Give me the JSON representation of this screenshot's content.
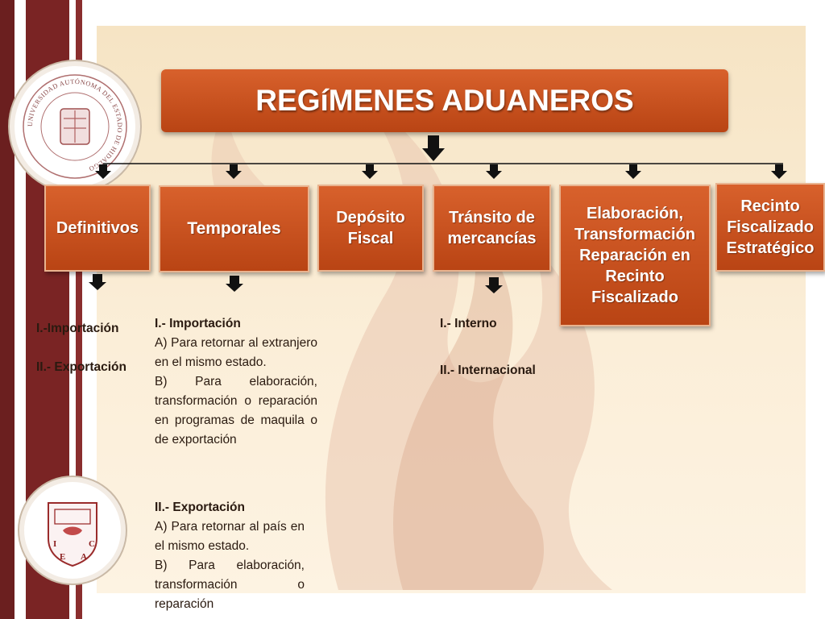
{
  "title": "REGíMENES ADUANEROS",
  "seals": {
    "top_text": "UNIVERSIDAD AUTÓNOMA DEL ESTADO DE HIDALGO",
    "bottom_letters": [
      "I",
      "C",
      "E",
      "A"
    ]
  },
  "categories": [
    {
      "label": "Definitivos"
    },
    {
      "label": "Temporales"
    },
    {
      "label": "Depósito Fiscal"
    },
    {
      "label": "Tránsito de mercancías"
    },
    {
      "label": "Elaboración, Transformación Reparación en Recinto Fiscalizado"
    },
    {
      "label": "Recinto Fiscalizado Estratégico"
    }
  ],
  "definitivos_items": [
    "I.-Importación",
    "II.- Exportación"
  ],
  "temporales": {
    "import_heading": "I.- Importación",
    "import_a": "A) Para retornar al extranjero en el mismo estado.",
    "import_b": "B) Para elaboración, transformación o reparación en programas de maquila o de exportación",
    "export_heading": "II.- Exportación",
    "export_a": "A) Para retornar al país en el mismo estado.",
    "export_b": "B) Para elaboración, transformación o reparación"
  },
  "transito_items": [
    "I.- Interno",
    "II.- Internacional"
  ],
  "colors": {
    "box": "#c9521f",
    "band": "#6b1f1f",
    "background": "#f6e4c4"
  }
}
